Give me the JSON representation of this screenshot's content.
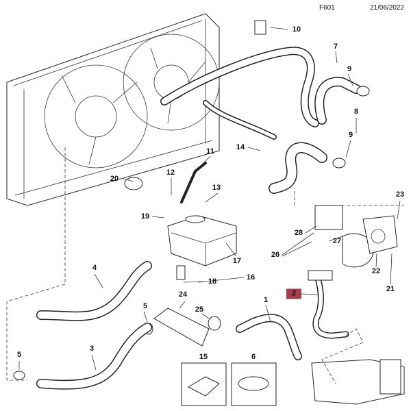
{
  "header": {
    "code": "F601",
    "date": "21/06/2022"
  },
  "highlight_color": "#a0404f",
  "callouts": [
    {
      "id": "c10",
      "text": "10"
    },
    {
      "id": "c7",
      "text": "7"
    },
    {
      "id": "c9a",
      "text": "9"
    },
    {
      "id": "c8",
      "text": "8"
    },
    {
      "id": "c9b",
      "text": "9"
    },
    {
      "id": "c14",
      "text": "14"
    },
    {
      "id": "c11",
      "text": "11"
    },
    {
      "id": "c12",
      "text": "12"
    },
    {
      "id": "c20",
      "text": "20"
    },
    {
      "id": "c13",
      "text": "13"
    },
    {
      "id": "c19",
      "text": "19"
    },
    {
      "id": "c23",
      "text": "23"
    },
    {
      "id": "c28",
      "text": "28"
    },
    {
      "id": "c27",
      "text": "27"
    },
    {
      "id": "c26",
      "text": "26"
    },
    {
      "id": "c22",
      "text": "22"
    },
    {
      "id": "c21",
      "text": "21"
    },
    {
      "id": "c17",
      "text": "17"
    },
    {
      "id": "c18",
      "text": "18"
    },
    {
      "id": "c16",
      "text": "16"
    },
    {
      "id": "c4",
      "text": "4"
    },
    {
      "id": "c24",
      "text": "24"
    },
    {
      "id": "c5a",
      "text": "5"
    },
    {
      "id": "c25",
      "text": "25"
    },
    {
      "id": "c1",
      "text": "1"
    },
    {
      "id": "c2",
      "text": "2"
    },
    {
      "id": "c3",
      "text": "3"
    },
    {
      "id": "c15",
      "text": "15"
    },
    {
      "id": "c6",
      "text": "6"
    },
    {
      "id": "c5b",
      "text": "5"
    }
  ]
}
